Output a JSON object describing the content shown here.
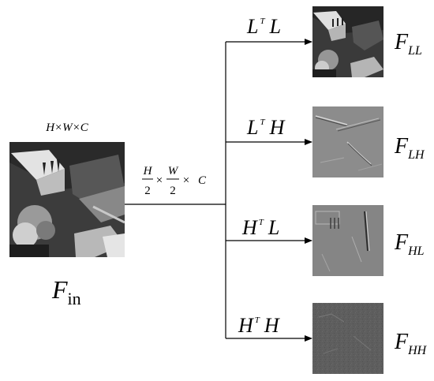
{
  "input": {
    "dims_label": "H×W×C",
    "name_main": "F",
    "name_sub": "in"
  },
  "split": {
    "h_num": "H",
    "w_num": "W",
    "den": "2",
    "times": "×",
    "channel": "C"
  },
  "branches": [
    {
      "filter_left": "L",
      "filter_sup": "T",
      "filter_right": "L",
      "output_main": "F",
      "output_sub": "LL"
    },
    {
      "filter_left": "L",
      "filter_sup": "T",
      "filter_right": "H",
      "output_main": "F",
      "output_sub": "LH"
    },
    {
      "filter_left": "H",
      "filter_sup": "T",
      "filter_right": "L",
      "output_main": "F",
      "output_sub": "HL"
    },
    {
      "filter_left": "H",
      "filter_sup": "T",
      "filter_right": "H",
      "output_main": "F",
      "output_sub": "HH"
    }
  ],
  "colors": {
    "line": "#000000",
    "ll_bg": "#6a6a6a",
    "lh_bg": "#8c8c8c",
    "hl_bg": "#858585",
    "hh_bg": "#5e5e5e"
  }
}
